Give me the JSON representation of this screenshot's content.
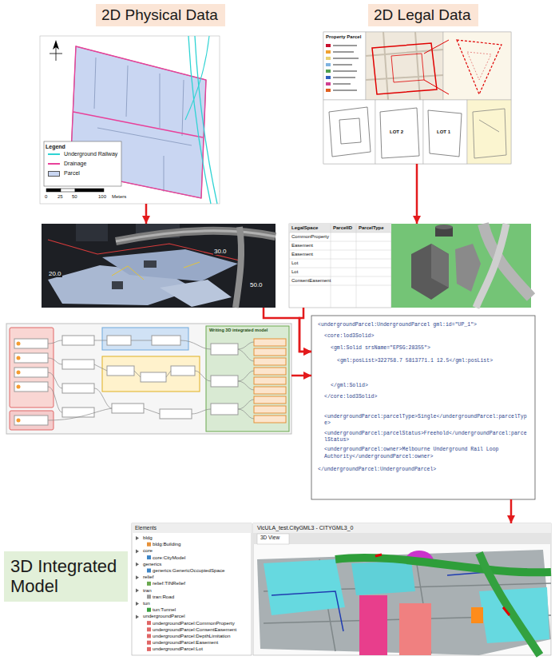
{
  "diagram": {
    "nodes": [
      {
        "text": [
          "2D Physical Data"
        ]
      },
      {
        "text": [
          "2D Legal Data"
        ]
      },
      {
        "text": [
          "Legend"
        ]
      },
      {
        "text": [
          "Property Parcel"
        ]
      },
      {
        "text": [
          "20.0",
          "30.0",
          "50.0"
        ]
      },
      {
        "text": [
          "LegalSpace",
          "ParcelID",
          "ParcelType"
        ]
      },
      {
        "text": [
          "Writing 3D integrated model"
        ]
      },
      {
        "text": [
          "<undergroundParcel:UndergroundParcel gml:id=\"UP_1\">",
          "<core:lod3Solid>",
          "<gml:Solid srsName=\"EPSG:28355\">",
          "<gml:posList>322758.7 5813771.1 12.5</gml:posList>",
          "</gml:Solid>",
          "</core:lod3Solid>",
          "<undergroundParcel:parcelType>Single</undergroundParcel:parcelType>",
          "<undergroundParcel:parcelStatus>Freehold</undergroundParcel:parcelStatus>",
          "<undergroundParcel:owner>Melbourne Underground Rail Loop Authority</undergroundParcel:owner>",
          "</undergroundParcel:UndergroundParcel>"
        ]
      },
      {
        "text": [
          "Elements",
          "VicULA_test.CityGML3 - CITYGML3_0",
          "3D View",
          "bldg",
          "bldg:Building",
          "core",
          "core:CityModel",
          "generics",
          "generics:GenericOccupiedSpace",
          "relief",
          "relief:TINRelief",
          "tran",
          "tran:Road",
          "tun",
          "tun:Tunnel",
          "undergroundParcel",
          "undergroundParcel:CommonProperty",
          "undergroundParcel:ConsentEasement",
          "undergroundParcel:DepthLimitation",
          "undergroundParcel:Easement",
          "undergroundParcel:Lot"
        ]
      },
      {
        "text": [
          "3D Integrated Model"
        ]
      }
    ],
    "edges": [
      {
        "from": 2,
        "to": 4,
        "arrow": "to"
      },
      {
        "from": 3,
        "to": 5,
        "arrow": "to"
      },
      {
        "from": 4,
        "to": 7,
        "arrow": "to"
      },
      {
        "from": 5,
        "to": 7,
        "arrow": "to"
      },
      {
        "from": 6,
        "to": 7,
        "arrow": "to"
      },
      {
        "from": 7,
        "to": 8,
        "arrow": "to"
      }
    ],
    "labels": [
      "0",
      "25",
      "50",
      "100",
      "Meters",
      "LOT 2",
      "LOT 1",
      "CommonProperty",
      "Easement",
      "Easement",
      "Lot",
      "Lot",
      "ConsentEasement"
    ],
    "legend": [
      {
        "text": "Underground Railway"
      },
      {
        "text": "Drainage"
      },
      {
        "text": "Parcel",
        "color": "#c9d6f2"
      }
    ]
  }
}
